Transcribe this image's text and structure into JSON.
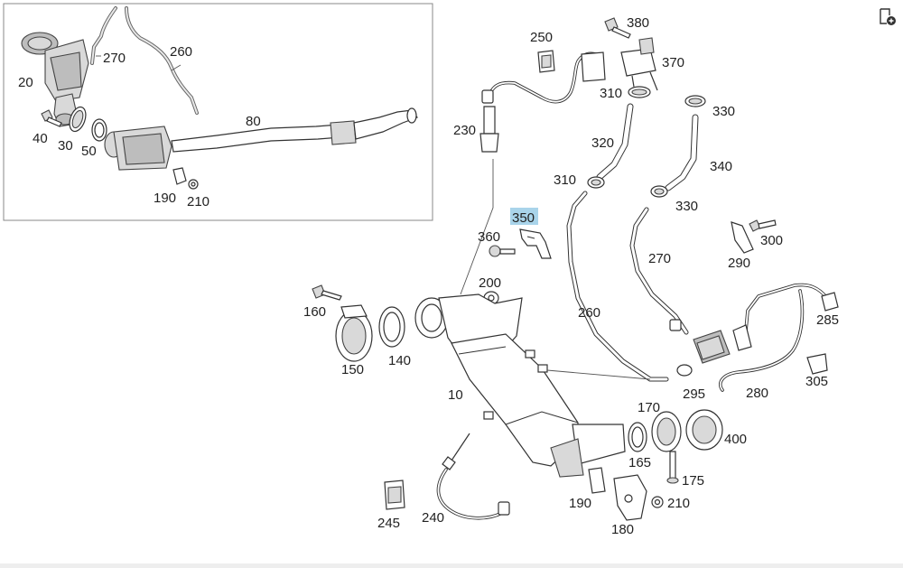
{
  "callouts": {
    "c10": "10",
    "c20": "20",
    "c30": "30",
    "c40": "40",
    "c50": "50",
    "c80": "80",
    "c140": "140",
    "c150": "150",
    "c160": "160",
    "c165": "165",
    "c170": "170",
    "c175": "175",
    "c180": "180",
    "c190_inset": "190",
    "c190_main": "190",
    "c200": "200",
    "c210_inset": "210",
    "c210_main": "210",
    "c230": "230",
    "c240": "240",
    "c245": "245",
    "c250": "250",
    "c260_inset": "260",
    "c260_main": "260",
    "c270_inset": "270",
    "c270_main": "270",
    "c280": "280",
    "c285": "285",
    "c290": "290",
    "c295": "295",
    "c300": "300",
    "c305": "305",
    "c310_top": "310",
    "c310_mid": "310",
    "c320": "320",
    "c330_top": "330",
    "c330_mid": "330",
    "c340": "340",
    "c350": "350",
    "c360": "360",
    "c370": "370",
    "c380": "380",
    "c400": "400"
  },
  "selected_callout": "350",
  "colors": {
    "highlight": "#a9d4ea",
    "line": "#333333",
    "part_fill_grey": "#d9d9d9"
  },
  "icons": {
    "corner_button": "add-to-list-icon"
  }
}
